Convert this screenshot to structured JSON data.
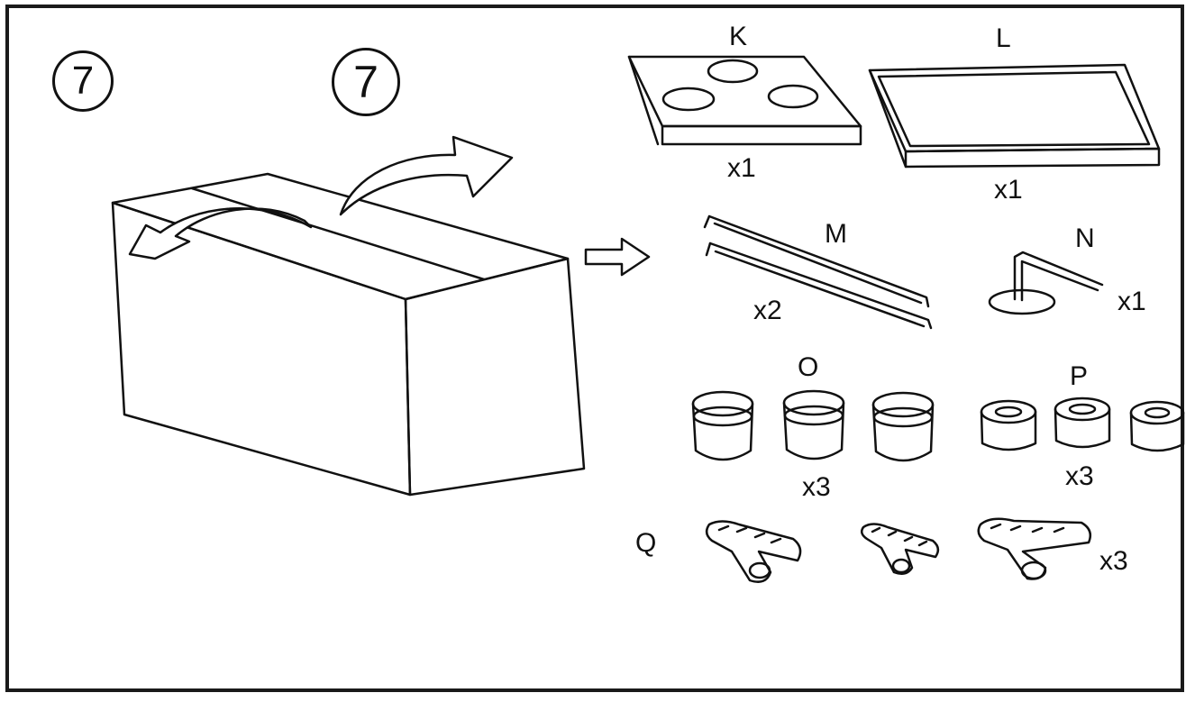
{
  "step_markers": [
    "7",
    "7"
  ],
  "parts": [
    {
      "letter": "K",
      "qty": "x1",
      "icon": "board-with-three-holes-icon"
    },
    {
      "letter": "L",
      "qty": "x1",
      "icon": "tray-icon"
    },
    {
      "letter": "M",
      "qty": "x2",
      "icon": "rod-icon"
    },
    {
      "letter": "N",
      "qty": "x1",
      "icon": "stand-hook-icon"
    },
    {
      "letter": "O",
      "qty": "x3",
      "icon": "large-ring-icon"
    },
    {
      "letter": "P",
      "qty": "x3",
      "icon": "small-ring-icon"
    },
    {
      "letter": "Q",
      "qty": "x3",
      "icon": "t-connector-icon"
    }
  ],
  "colors": {
    "line": "#111111",
    "background": "#ffffff"
  }
}
